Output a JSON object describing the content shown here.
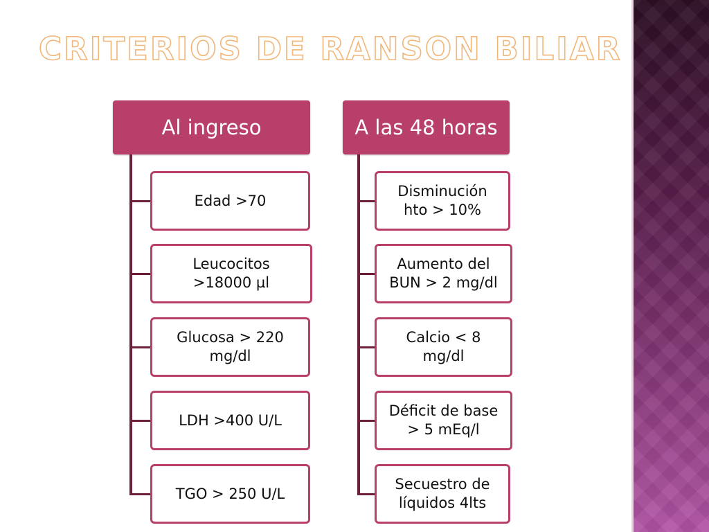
{
  "title": "CRITERIOS DE RANSON BILIAR",
  "columns": [
    {
      "header": "Al ingreso",
      "items": [
        "Edad >70",
        "Leucocitos\n>18000 µl",
        "Glucosa > 220\nmg/dl",
        "LDH >400 U/L",
        "TGO > 250 U/L"
      ]
    },
    {
      "header": "A las 48 horas",
      "items": [
        "Disminución\nhto  > 10%",
        "Aumento del\nBUN > 2 mg/dl",
        "Calcio < 8\nmg/dl",
        "Déficit de base\n> 5 mEq/l",
        "Secuestro de\nlíquidos 4lts"
      ]
    }
  ],
  "colors": {
    "header_fill": "#b93f6b",
    "item_border": "#b93f6b",
    "connector": "#6e1f3c",
    "title_outline": "#f0b67a",
    "side_band_top": "#2c0f24",
    "side_band_bottom": "#b255a5"
  }
}
